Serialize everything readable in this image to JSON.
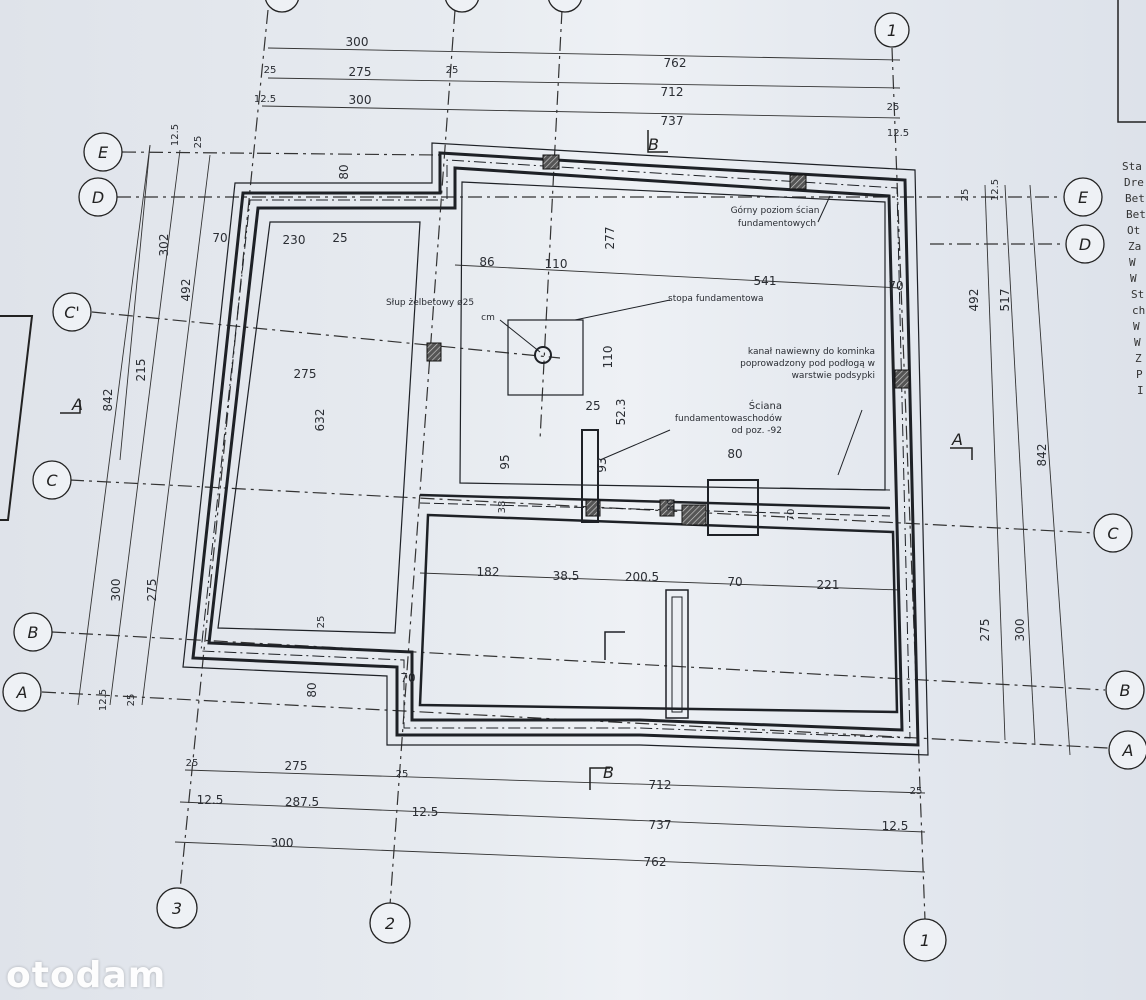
{
  "grid_axes": {
    "left": [
      "E",
      "D",
      "C'",
      "C",
      "B",
      "A"
    ],
    "right": [
      "E",
      "D",
      "C",
      "B",
      "A"
    ],
    "bottom": [
      "3",
      "2",
      "1"
    ],
    "top": [
      "1"
    ]
  },
  "section_marks": [
    "B",
    "B",
    "A",
    "A"
  ],
  "dims": [
    "300",
    "275",
    "300",
    "762",
    "712",
    "737",
    "25",
    "25",
    "12.5",
    "25",
    "12.5",
    "842",
    "302",
    "215",
    "300",
    "492",
    "275",
    "12.5",
    "25",
    "80",
    "70",
    "230",
    "25",
    "275",
    "632",
    "86",
    "110",
    "541",
    "70",
    "277",
    "110",
    "25",
    "52.3",
    "95",
    "93",
    "80",
    "38",
    "80",
    "70",
    "182",
    "38.5",
    "200.5",
    "70",
    "221",
    "25",
    "80",
    "70",
    "492",
    "517",
    "842",
    "275",
    "300",
    "25",
    "12.5",
    "275",
    "712",
    "12.5",
    "287.5",
    "12.5",
    "737",
    "12.5",
    "300",
    "762",
    "25",
    "25",
    "25",
    "12.5",
    "25"
  ],
  "notes": {
    "column": "Słup żelbetowy ø25",
    "column_unit": "cm",
    "footing": "stopa fundamentowa",
    "top_level_1": "Górny poziom ścian",
    "top_level_2": "fundamentowych",
    "chimney_1": "kanał nawiewny do kominka",
    "chimney_2": "poprowadzony pod podłogą w",
    "chimney_3": "warstwie podsypki",
    "stairs_1": "Ściana",
    "stairs_2": "fundamentowaschodów",
    "stairs_3": "od poz. -92"
  },
  "legend_fragments": [
    "Sta",
    "Dre",
    "Bet",
    "Bet",
    "Ot",
    "Za",
    "W",
    "W",
    "St",
    "ch",
    "W",
    "W",
    "Z",
    "P",
    "I"
  ],
  "watermark": "otodam",
  "colors": {
    "paper": "#e7ebf0",
    "ink": "#1e2126"
  }
}
